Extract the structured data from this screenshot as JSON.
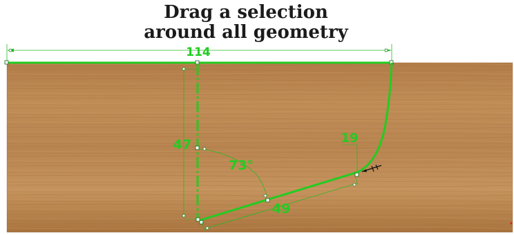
{
  "instruction": {
    "line1": "Drag a selection",
    "line2": "around all geometry"
  },
  "dimensions": {
    "overall_width": "114",
    "vertical_height": "47",
    "angle": "73°",
    "short_length": "19",
    "slope_length": "49"
  },
  "colors": {
    "sketch_line": "#22cc22",
    "wood_base": "#b98650",
    "dimension_line": "#22bb22"
  },
  "icons": {
    "cursor": "pencil-cursor-icon"
  }
}
